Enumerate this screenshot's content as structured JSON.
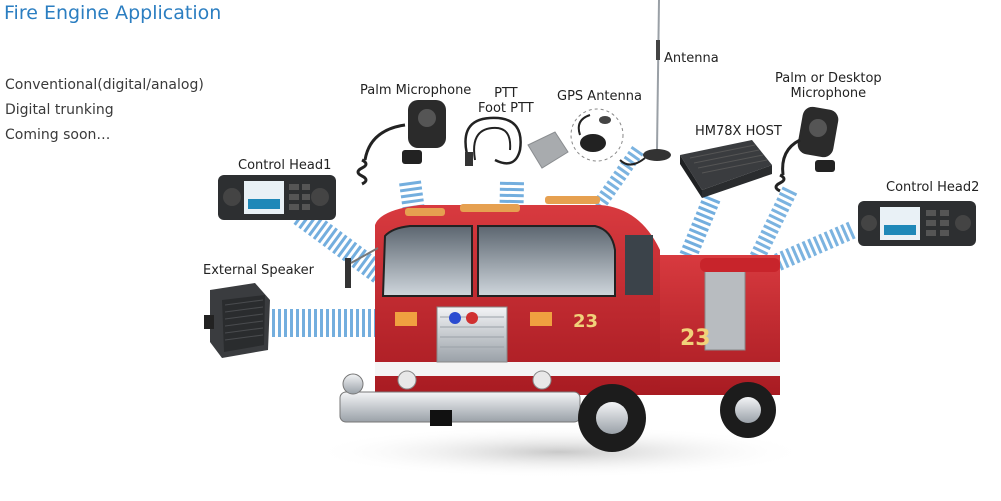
{
  "title": "Fire Engine Application",
  "notes": [
    "Conventional(digital/analog)",
    "Digital trunking",
    "Coming soon…"
  ],
  "labels": {
    "antenna": "Antenna",
    "palm_mic": "Palm Microphone",
    "ptt_line1": "PTT",
    "ptt_line2": "Foot PTT",
    "gps": "GPS Antenna",
    "palm_desk_line1": "Palm or Desktop",
    "palm_desk_line2": "Microphone",
    "host": "HM78X HOST",
    "control_head1": "Control Head1",
    "control_head2": "Control Head2",
    "external_speaker": "External Speaker"
  },
  "truck_number": "23",
  "colors": {
    "title_blue": "#2b7ec1",
    "beam_blue": "#5aa0d8",
    "truck_red": "#c8242b",
    "chrome": "#cfd3d7"
  }
}
